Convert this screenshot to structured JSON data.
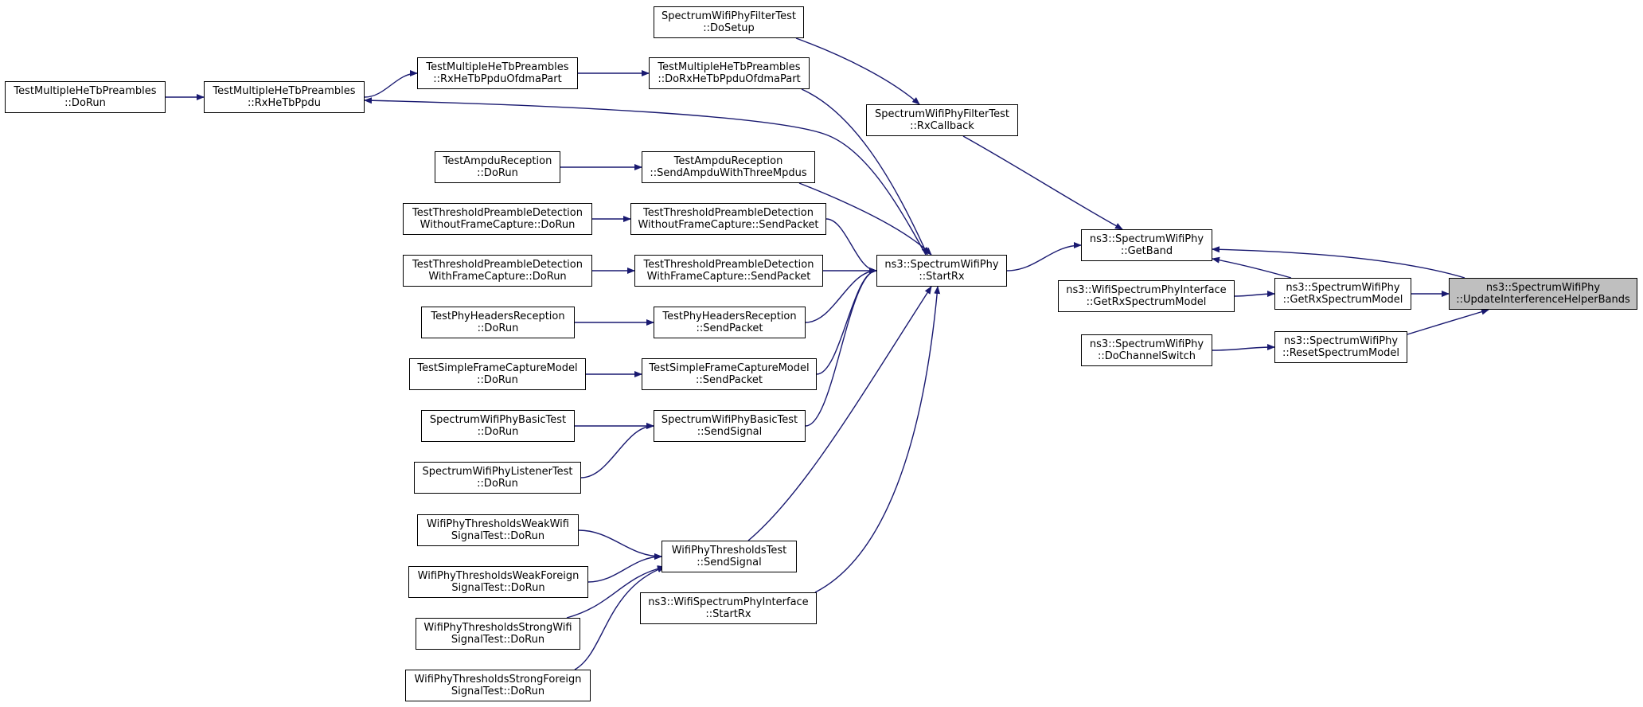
{
  "colors": {
    "edge": "#191970",
    "node_border": "#000000",
    "node_fill": "#ffffff",
    "highlight_fill": "#bfbfbf"
  },
  "nodes": [
    {
      "id": "mhe_dorun",
      "l1": "TestMultipleHeTbPreambles",
      "l2": "::DoRun"
    },
    {
      "id": "mhe_rxhetbppdu",
      "l1": "TestMultipleHeTbPreambles",
      "l2": "::RxHeTbPpdu"
    },
    {
      "id": "mhe_rxofdma",
      "l1": "TestMultipleHeTbPreambles",
      "l2": "::RxHeTbPpduOfdmaPart"
    },
    {
      "id": "mhe_dorxofdma",
      "l1": "TestMultipleHeTbPreambles",
      "l2": "::DoRxHeTbPpduOfdmaPart"
    },
    {
      "id": "filter_dosetup",
      "l1": "SpectrumWifiPhyFilterTest",
      "l2": "::DoSetup"
    },
    {
      "id": "filter_rxcallback",
      "l1": "SpectrumWifiPhyFilterTest",
      "l2": "::RxCallback"
    },
    {
      "id": "ampdu_dorun",
      "l1": "TestAmpduReception",
      "l2": "::DoRun"
    },
    {
      "id": "ampdu_send",
      "l1": "TestAmpduReception",
      "l2": "::SendAmpduWithThreeMpdus"
    },
    {
      "id": "thr_wo_dorun",
      "l1": "TestThresholdPreambleDetection",
      "l2": "WithoutFrameCapture::DoRun"
    },
    {
      "id": "thr_wo_send",
      "l1": "TestThresholdPreambleDetection",
      "l2": "WithoutFrameCapture::SendPacket"
    },
    {
      "id": "thr_w_dorun",
      "l1": "TestThresholdPreambleDetection",
      "l2": "WithFrameCapture::DoRun"
    },
    {
      "id": "thr_w_send",
      "l1": "TestThresholdPreambleDetection",
      "l2": "WithFrameCapture::SendPacket"
    },
    {
      "id": "hdr_dorun",
      "l1": "TestPhyHeadersReception",
      "l2": "::DoRun"
    },
    {
      "id": "hdr_send",
      "l1": "TestPhyHeadersReception",
      "l2": "::SendPacket"
    },
    {
      "id": "sfc_dorun",
      "l1": "TestSimpleFrameCaptureModel",
      "l2": "::DoRun"
    },
    {
      "id": "sfc_send",
      "l1": "TestSimpleFrameCaptureModel",
      "l2": "::SendPacket"
    },
    {
      "id": "basic_dorun",
      "l1": "SpectrumWifiPhyBasicTest",
      "l2": "::DoRun"
    },
    {
      "id": "basic_send",
      "l1": "SpectrumWifiPhyBasicTest",
      "l2": "::SendSignal"
    },
    {
      "id": "listener_dorun",
      "l1": "SpectrumWifiPhyListenerTest",
      "l2": "::DoRun"
    },
    {
      "id": "wthr_weakwifi",
      "l1": "WifiPhyThresholdsWeakWifi",
      "l2": "SignalTest::DoRun"
    },
    {
      "id": "wthr_weakforeign",
      "l1": "WifiPhyThresholdsWeakForeign",
      "l2": "SignalTest::DoRun"
    },
    {
      "id": "wthr_strongwifi",
      "l1": "WifiPhyThresholdsStrongWifi",
      "l2": "SignalTest::DoRun"
    },
    {
      "id": "wthr_strongforeign",
      "l1": "WifiPhyThresholdsStrongForeign",
      "l2": "SignalTest::DoRun"
    },
    {
      "id": "wthr_send",
      "l1": "WifiPhyThresholdsTest",
      "l2": "::SendSignal"
    },
    {
      "id": "iface_startrx",
      "l1": "ns3::WifiSpectrumPhyInterface",
      "l2": "::StartRx"
    },
    {
      "id": "swp_startrx",
      "l1": "ns3::SpectrumWifiPhy",
      "l2": "::StartRx"
    },
    {
      "id": "swp_getband",
      "l1": "ns3::SpectrumWifiPhy",
      "l2": "::GetBand"
    },
    {
      "id": "iface_getrxmodel",
      "l1": "ns3::WifiSpectrumPhyInterface",
      "l2": "::GetRxSpectrumModel"
    },
    {
      "id": "swp_getrxmodel",
      "l1": "ns3::SpectrumWifiPhy",
      "l2": "::GetRxSpectrumModel"
    },
    {
      "id": "swp_dochannelswitch",
      "l1": "ns3::SpectrumWifiPhy",
      "l2": "::DoChannelSwitch"
    },
    {
      "id": "swp_resetmodel",
      "l1": "ns3::SpectrumWifiPhy",
      "l2": "::ResetSpectrumModel"
    },
    {
      "id": "swp_update",
      "l1": "ns3::SpectrumWifiPhy",
      "l2": "::UpdateInterferenceHelperBands",
      "highlight": true
    }
  ],
  "edges": [
    {
      "from": "mhe_dorun",
      "to": "mhe_rxhetbppdu"
    },
    {
      "from": "mhe_rxhetbppdu",
      "to": "mhe_rxofdma"
    },
    {
      "from": "mhe_rxofdma",
      "to": "mhe_dorxofdma"
    },
    {
      "from": "mhe_dorxofdma",
      "to": "swp_startrx"
    },
    {
      "from": "swp_startrx",
      "to": "mhe_rxhetbppdu"
    },
    {
      "from": "filter_dosetup",
      "to": "filter_rxcallback"
    },
    {
      "from": "filter_rxcallback",
      "to": "swp_getband"
    },
    {
      "from": "ampdu_dorun",
      "to": "ampdu_send"
    },
    {
      "from": "ampdu_send",
      "to": "swp_startrx"
    },
    {
      "from": "thr_wo_dorun",
      "to": "thr_wo_send"
    },
    {
      "from": "thr_wo_send",
      "to": "swp_startrx"
    },
    {
      "from": "thr_w_dorun",
      "to": "thr_w_send"
    },
    {
      "from": "thr_w_send",
      "to": "swp_startrx"
    },
    {
      "from": "hdr_dorun",
      "to": "hdr_send"
    },
    {
      "from": "hdr_send",
      "to": "swp_startrx"
    },
    {
      "from": "sfc_dorun",
      "to": "sfc_send"
    },
    {
      "from": "sfc_send",
      "to": "swp_startrx"
    },
    {
      "from": "basic_dorun",
      "to": "basic_send"
    },
    {
      "from": "listener_dorun",
      "to": "basic_send"
    },
    {
      "from": "basic_send",
      "to": "swp_startrx"
    },
    {
      "from": "wthr_weakwifi",
      "to": "wthr_send"
    },
    {
      "from": "wthr_weakforeign",
      "to": "wthr_send"
    },
    {
      "from": "wthr_strongwifi",
      "to": "wthr_send"
    },
    {
      "from": "wthr_strongforeign",
      "to": "wthr_send"
    },
    {
      "from": "wthr_send",
      "to": "swp_startrx"
    },
    {
      "from": "iface_startrx",
      "to": "swp_startrx"
    },
    {
      "from": "swp_startrx",
      "to": "swp_getband"
    },
    {
      "from": "swp_getrxmodel",
      "to": "swp_getband"
    },
    {
      "from": "swp_update",
      "to": "swp_getband"
    },
    {
      "from": "iface_getrxmodel",
      "to": "swp_getrxmodel"
    },
    {
      "from": "swp_dochannelswitch",
      "to": "swp_resetmodel"
    },
    {
      "from": "swp_getrxmodel",
      "to": "swp_update"
    },
    {
      "from": "swp_resetmodel",
      "to": "swp_update"
    }
  ]
}
